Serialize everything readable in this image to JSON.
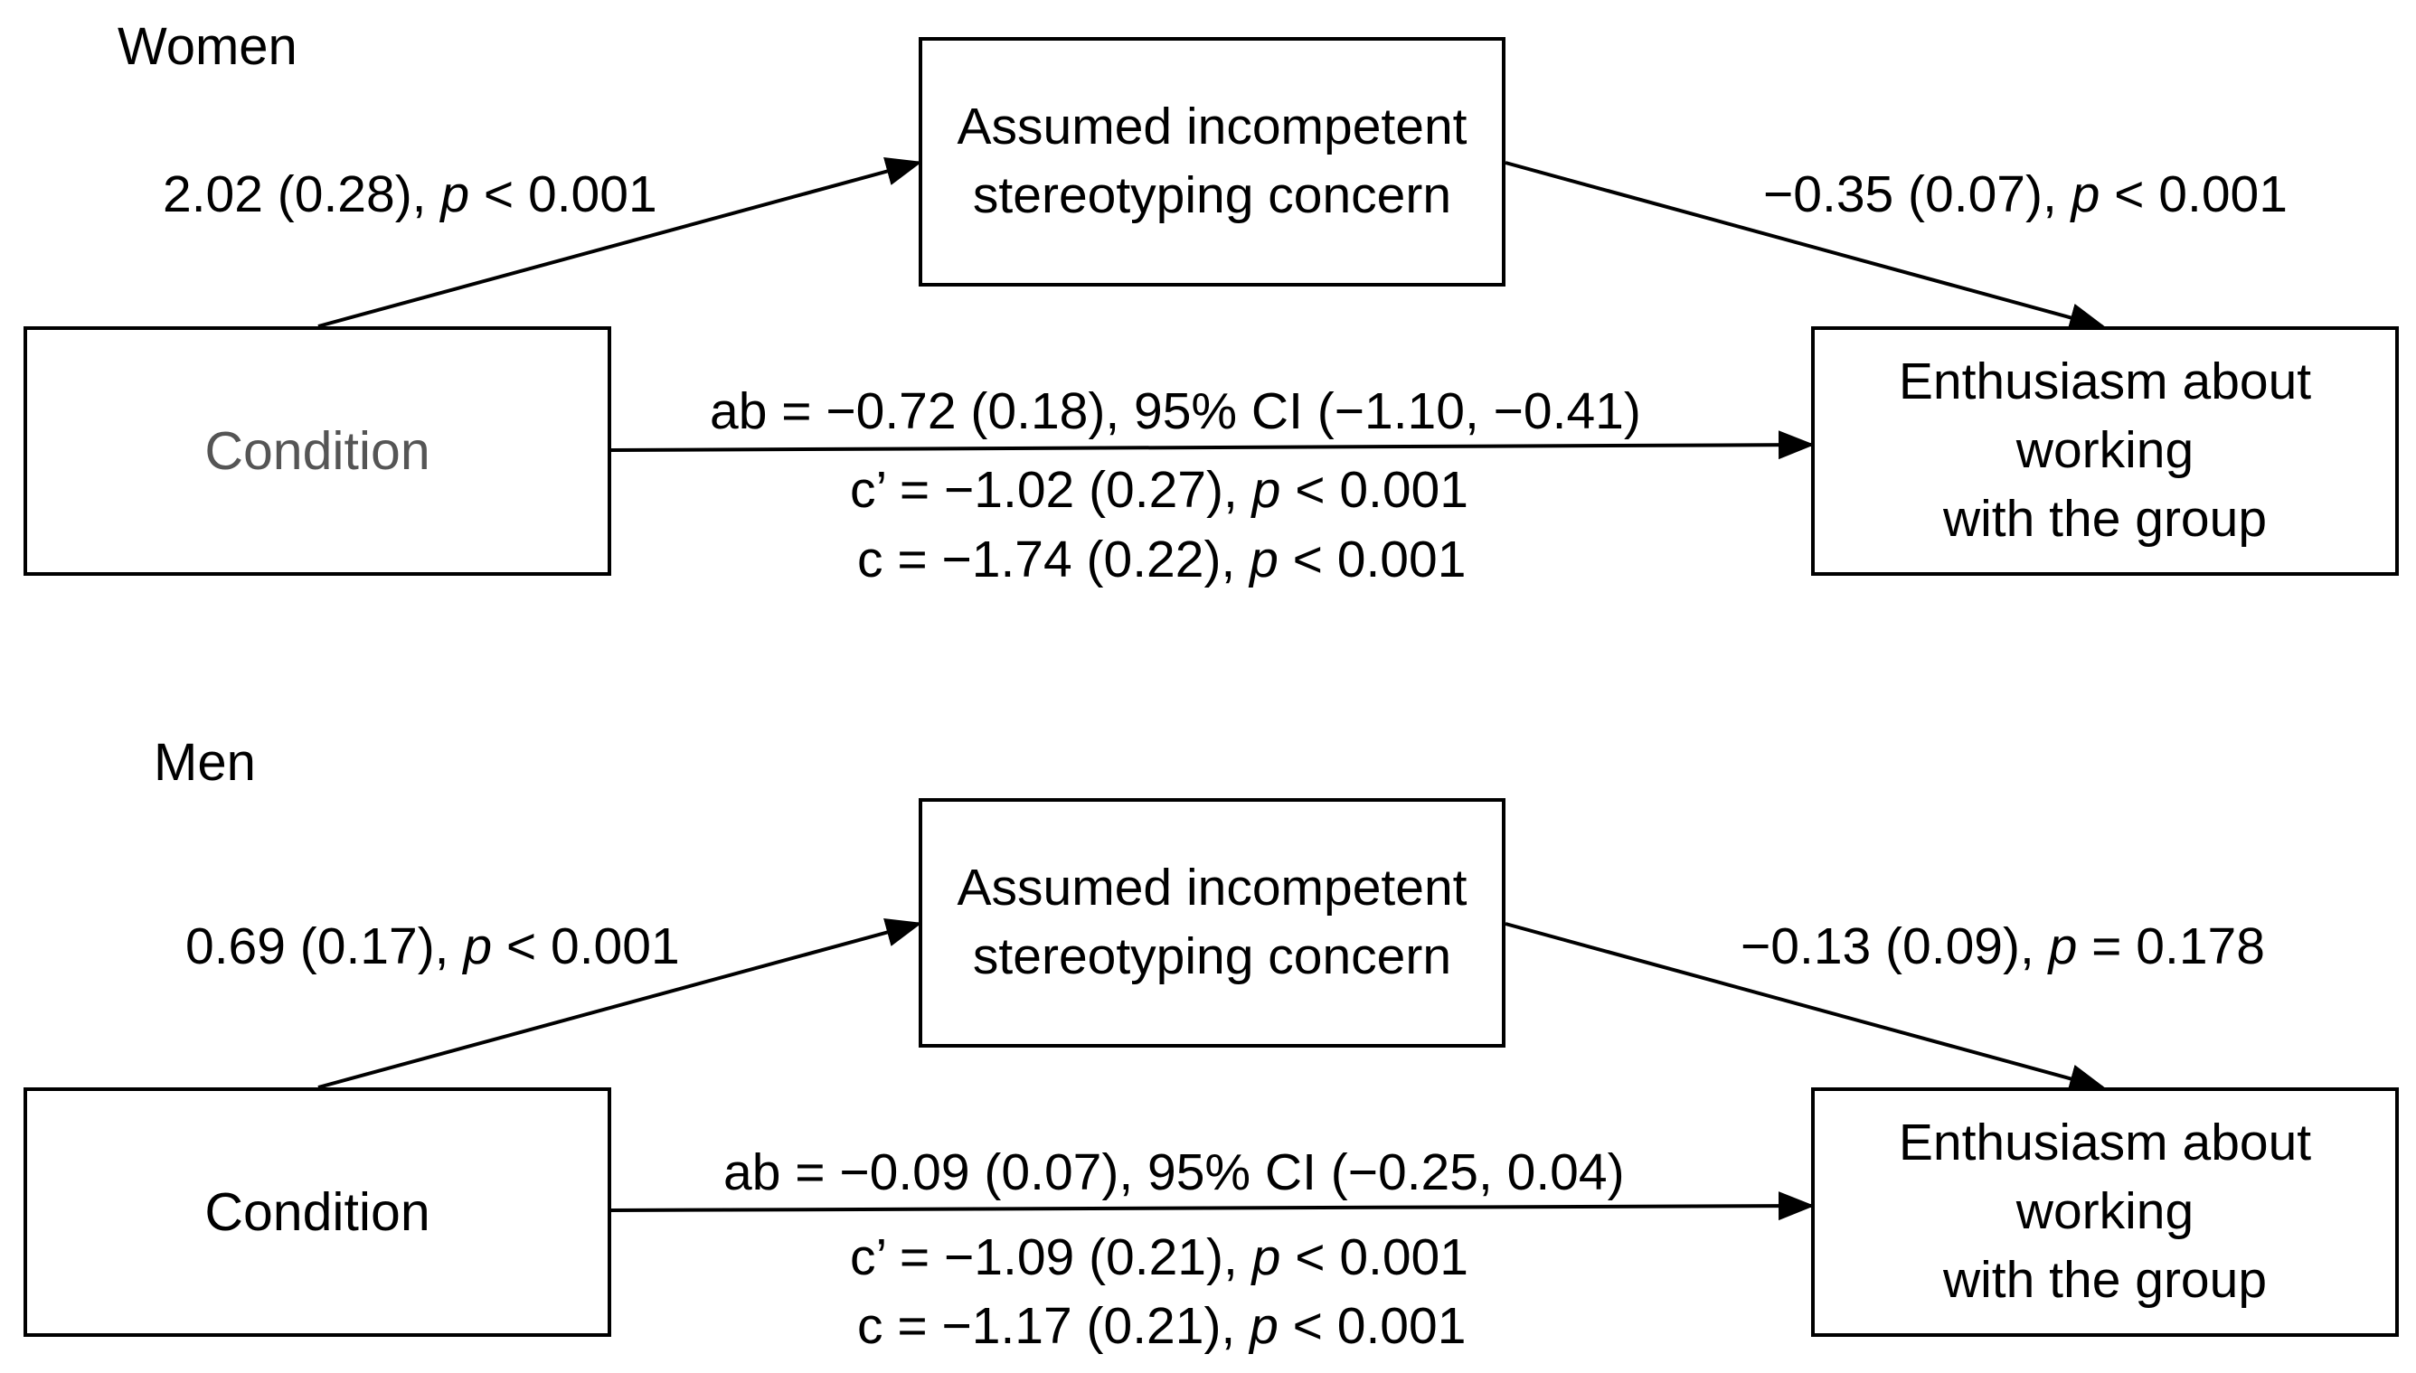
{
  "panels": [
    {
      "group": "Women",
      "predictor": "Condition",
      "mediator": [
        "Assumed incompetent",
        "stereotyping concern"
      ],
      "outcome": [
        "Enthusiasm about",
        "working",
        "with the group"
      ],
      "a_path": {
        "estimate": "2.02 (0.28), ",
        "p_symbol": "p",
        "p_text": " < 0.001"
      },
      "b_path": {
        "estimate": "−0.35 (0.07), ",
        "p_symbol": "p",
        "p_text": " < 0.001"
      },
      "ab": "ab = −0.72 (0.18), 95% CI (−1.10, −0.41)",
      "c_prime": {
        "estimate": "c’ = −1.02 (0.27), ",
        "p_symbol": "p",
        "p_text": " < 0.001"
      },
      "c": {
        "estimate": "c = −1.74 (0.22), ",
        "p_symbol": "p",
        "p_text": " < 0.001"
      }
    },
    {
      "group": "Men",
      "predictor": "Condition",
      "mediator": [
        "Assumed incompetent",
        "stereotyping concern"
      ],
      "outcome": [
        "Enthusiasm about",
        "working",
        "with the group"
      ],
      "a_path": {
        "estimate": "0.69 (0.17), ",
        "p_symbol": "p",
        "p_text": " < 0.001"
      },
      "b_path": {
        "estimate": "−0.13 (0.09), ",
        "p_symbol": "p",
        "p_text": " = 0.178"
      },
      "ab": "ab = −0.09 (0.07), 95% CI (−0.25, 0.04)",
      "c_prime": {
        "estimate": "c’ = −1.09 (0.21), ",
        "p_symbol": "p",
        "p_text": " < 0.001"
      },
      "c": {
        "estimate": "c = −1.17 (0.21), ",
        "p_symbol": "p",
        "p_text": " < 0.001"
      }
    }
  ]
}
